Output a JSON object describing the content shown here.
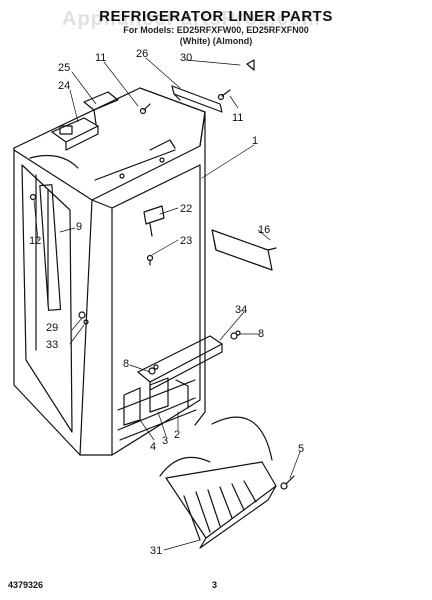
{
  "header": {
    "title": "REFRIGERATOR LINER PARTS",
    "models": "For Models: ED25RFXFW00, ED25RFXFN00",
    "colors": "(White)     (Almond)",
    "watermark": "AppliancePartsPros.com"
  },
  "callouts": [
    {
      "id": "c30",
      "text": "30"
    },
    {
      "id": "c26",
      "text": "26"
    },
    {
      "id": "c11a",
      "text": "11"
    },
    {
      "id": "c25",
      "text": "25"
    },
    {
      "id": "c24",
      "text": "24"
    },
    {
      "id": "c11b",
      "text": "11"
    },
    {
      "id": "c1",
      "text": "1"
    },
    {
      "id": "c22",
      "text": "22"
    },
    {
      "id": "c23",
      "text": "23"
    },
    {
      "id": "c16",
      "text": "16"
    },
    {
      "id": "c12",
      "text": "12"
    },
    {
      "id": "c9",
      "text": "9"
    },
    {
      "id": "c34",
      "text": "34"
    },
    {
      "id": "c8a",
      "text": "8"
    },
    {
      "id": "c29",
      "text": "29"
    },
    {
      "id": "c33",
      "text": "33"
    },
    {
      "id": "c8b",
      "text": "8"
    },
    {
      "id": "c4",
      "text": "4"
    },
    {
      "id": "c3",
      "text": "3"
    },
    {
      "id": "c2",
      "text": "2"
    },
    {
      "id": "c5",
      "text": "5"
    },
    {
      "id": "c31",
      "text": "31"
    }
  ],
  "footer": {
    "part_number": "4379326",
    "page": "3"
  }
}
